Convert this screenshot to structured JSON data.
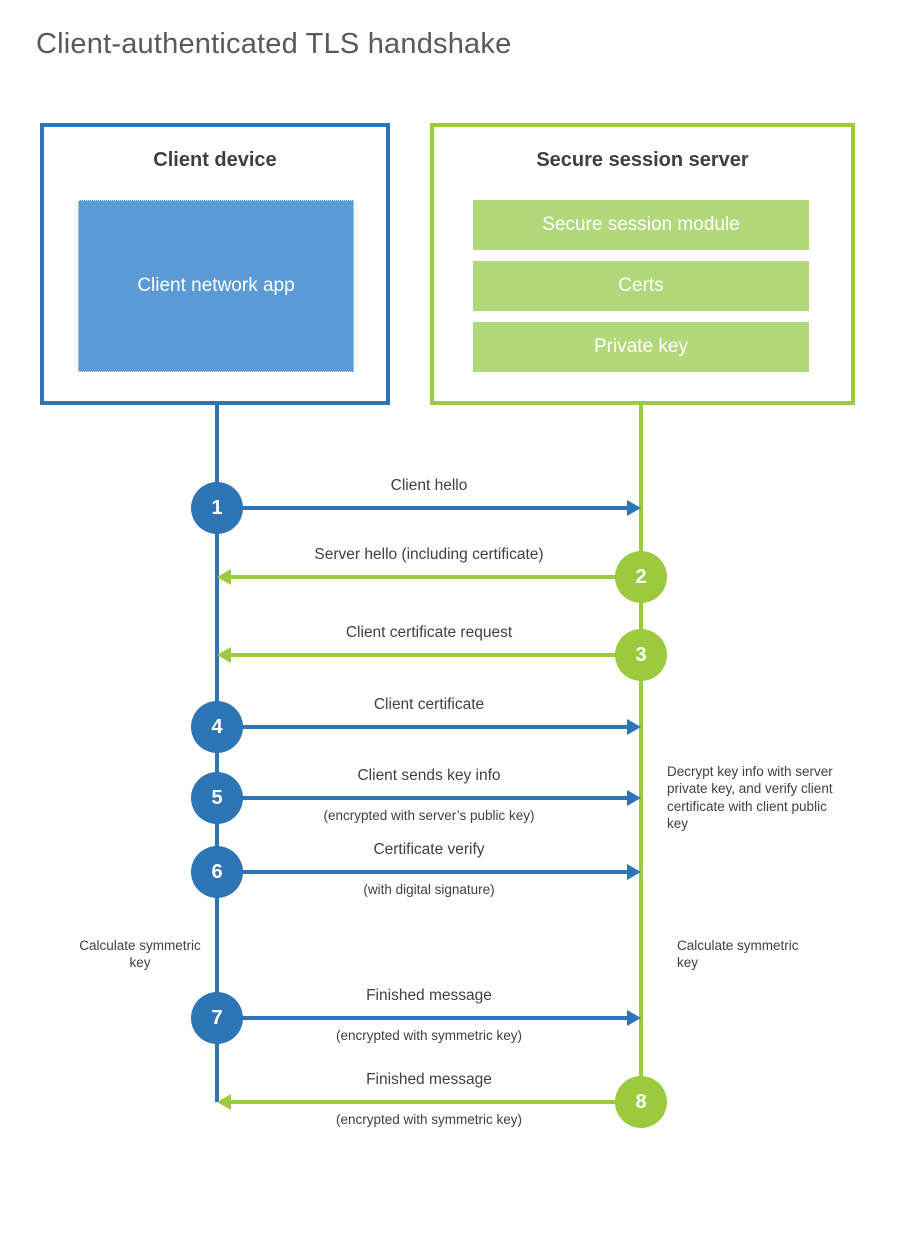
{
  "title": "Client-authenticated TLS handshake",
  "colors": {
    "blue": "#2e75b6",
    "blue_fill": "#5b9bd5",
    "green": "#9cca3e",
    "green_fill": "#b1d87a",
    "text": "#404040",
    "title_gray": "#595959"
  },
  "client_box": {
    "title": "Client device",
    "app_label": "Client network app"
  },
  "server_box": {
    "title": "Secure session server",
    "modules": [
      "Secure session module",
      "Certs",
      "Private key"
    ]
  },
  "steps": [
    {
      "num": "1",
      "actor": "client",
      "direction": "right",
      "label": "Client hello",
      "sublabel": ""
    },
    {
      "num": "2",
      "actor": "server",
      "direction": "left",
      "label": "Server hello (including certificate)",
      "sublabel": ""
    },
    {
      "num": "3",
      "actor": "server",
      "direction": "left",
      "label": "Client certificate request",
      "sublabel": ""
    },
    {
      "num": "4",
      "actor": "client",
      "direction": "right",
      "label": "Client certificate",
      "sublabel": ""
    },
    {
      "num": "5",
      "actor": "client",
      "direction": "right",
      "label": "Client sends key info",
      "sublabel": "(encrypted with server’s public key)"
    },
    {
      "num": "6",
      "actor": "client",
      "direction": "right",
      "label": "Certificate verify",
      "sublabel": "(with digital signature)"
    },
    {
      "num": "7",
      "actor": "client",
      "direction": "right",
      "label": "Finished message",
      "sublabel": "(encrypted with symmetric key)"
    },
    {
      "num": "8",
      "actor": "server",
      "direction": "left",
      "label": "Finished message",
      "sublabel": "(encrypted with symmetric key)"
    }
  ],
  "annotations": {
    "decrypt_note": "Decrypt key info with server private key, and verify client certificate with client public key",
    "calculate_left": "Calculate symmetric key",
    "calculate_right": "Calculate symmetric key"
  }
}
